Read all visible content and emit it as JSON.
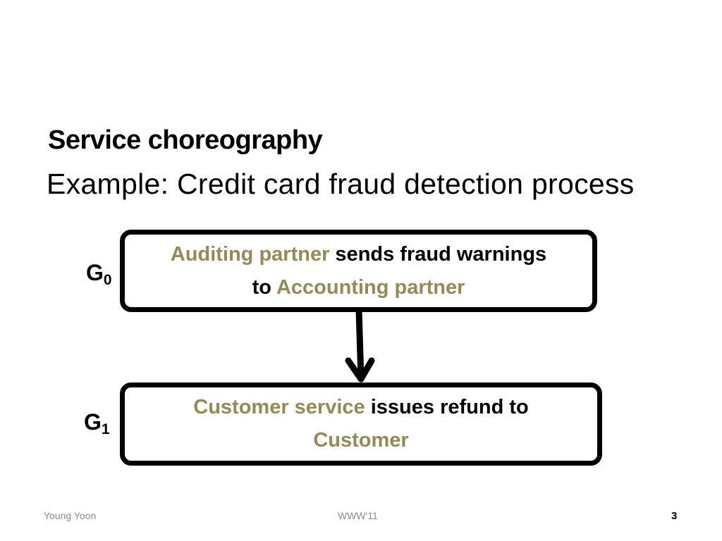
{
  "slide": {
    "title": "Service choreography",
    "subtitle": "Example: Credit card fraud detection process"
  },
  "diagram": {
    "g0": {
      "label": "G",
      "subscript": "0",
      "text": {
        "part1_role": "Auditing partner",
        "part2": " sends fraud warnings",
        "part3": "to ",
        "part4_role": "Accounting partner"
      }
    },
    "g1": {
      "label": "G",
      "subscript": "1",
      "text": {
        "part1_role": "Customer service",
        "part2": " issues refund to",
        "part3_role": "Customer"
      }
    },
    "colors": {
      "role_text": "#948a54",
      "box_border": "#000000"
    }
  },
  "footer": {
    "author": "Young Yoon",
    "event": "WWW'11",
    "page_number": "3"
  }
}
